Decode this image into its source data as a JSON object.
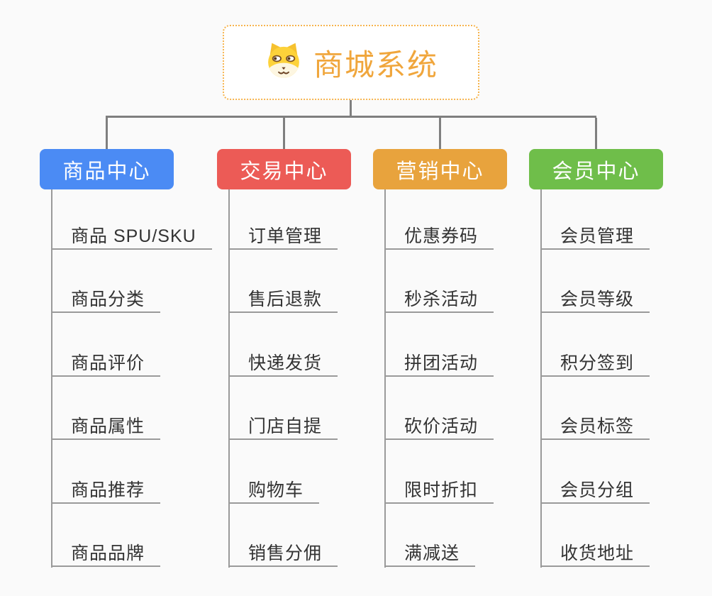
{
  "root": {
    "title": "商城系统",
    "icon": "dog-face"
  },
  "branches": [
    {
      "label": "商品中心",
      "color": "#4b8bf4",
      "children": [
        "商品 SPU/SKU",
        "商品分类",
        "商品评价",
        "商品属性",
        "商品推荐",
        "商品品牌"
      ]
    },
    {
      "label": "交易中心",
      "color": "#ec5b56",
      "children": [
        "订单管理",
        "售后退款",
        "快递发货",
        "门店自提",
        "购物车",
        "销售分佣"
      ]
    },
    {
      "label": "营销中心",
      "color": "#e8a33d",
      "children": [
        "优惠券码",
        "秒杀活动",
        "拼团活动",
        "砍价活动",
        "限时折扣",
        "满减送"
      ]
    },
    {
      "label": "会员中心",
      "color": "#6fbe4a",
      "children": [
        "会员管理",
        "会员等级",
        "积分签到",
        "会员标签",
        "会员分组",
        "收货地址"
      ]
    }
  ],
  "colors": {
    "background": "#fafafa",
    "root_border": "#f6b44e",
    "title_text": "#f0a63c",
    "connector": "#7f7f7f",
    "child_line": "#9a9a9a",
    "child_text": "#333333",
    "header_text": "#ffffff"
  }
}
